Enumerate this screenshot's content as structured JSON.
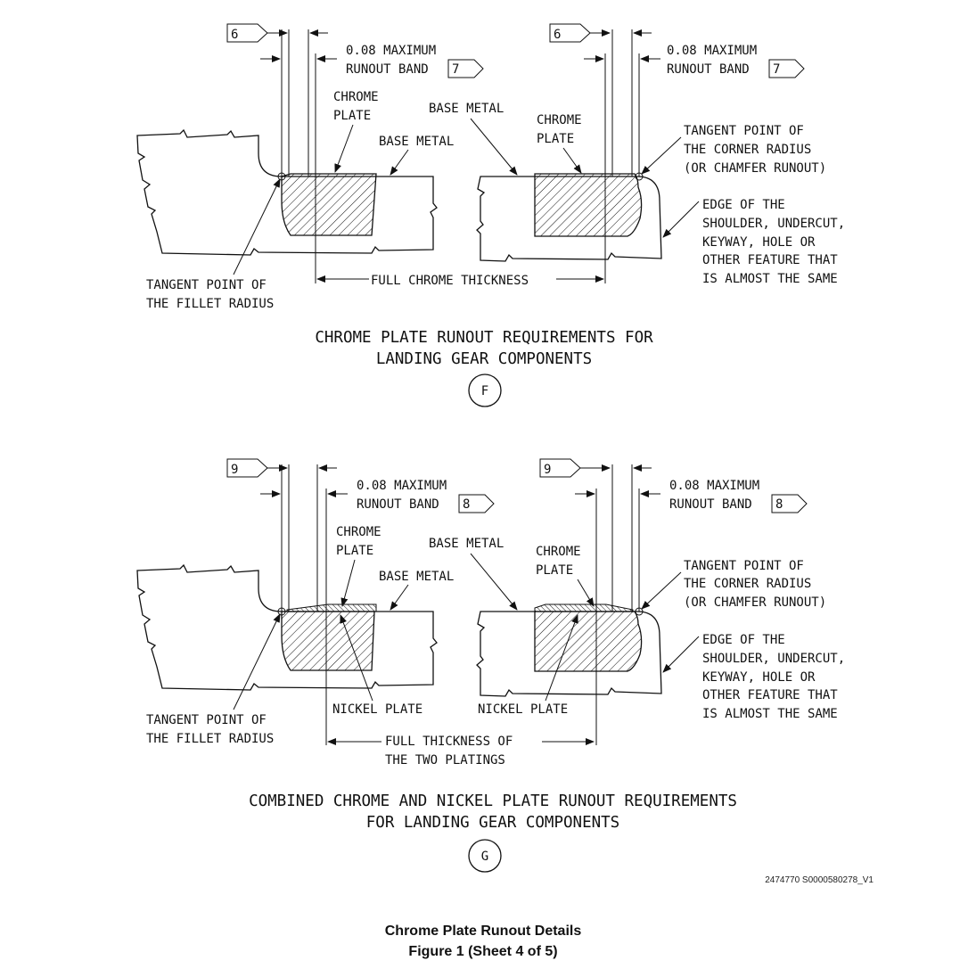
{
  "top": {
    "left": {
      "flag": "6",
      "runout_line1": "0.08 MAXIMUM",
      "runout_line2": "RUNOUT BAND",
      "runout_flag": "7",
      "chrome_plate_1": "CHROME",
      "chrome_plate_2": "PLATE",
      "base_metal_upper": "BASE METAL",
      "base_metal_lower": "BASE METAL",
      "tangent_1": "TANGENT POINT OF",
      "tangent_2": "THE FILLET RADIUS",
      "full_thickness": "FULL CHROME THICKNESS"
    },
    "right": {
      "flag": "6",
      "runout_line1": "0.08 MAXIMUM",
      "runout_line2": "RUNOUT BAND",
      "runout_flag": "7",
      "chrome_plate_1": "CHROME",
      "chrome_plate_2": "PLATE",
      "tangent_1": "TANGENT POINT OF",
      "tangent_2": "THE CORNER RADIUS",
      "tangent_3": "(OR CHAMFER RUNOUT)",
      "edge_1": "EDGE OF THE",
      "edge_2": "SHOULDER, UNDERCUT,",
      "edge_3": "KEYWAY, HOLE OR",
      "edge_4": "OTHER FEATURE THAT",
      "edge_5": "IS ALMOST THE SAME"
    },
    "title_1": "CHROME PLATE RUNOUT REQUIREMENTS FOR",
    "title_2": "LANDING GEAR COMPONENTS",
    "view": "F"
  },
  "bottom": {
    "left": {
      "flag": "9",
      "runout_line1": "0.08 MAXIMUM",
      "runout_line2": "RUNOUT BAND",
      "runout_flag": "8",
      "chrome_plate_1": "CHROME",
      "chrome_plate_2": "PLATE",
      "base_metal_upper": "BASE METAL",
      "base_metal_lower": "BASE METAL",
      "tangent_1": "TANGENT POINT OF",
      "tangent_2": "THE FILLET RADIUS",
      "nickel_plate": "NICKEL PLATE",
      "full_thickness_1": "FULL THICKNESS OF",
      "full_thickness_2": "THE TWO PLATINGS"
    },
    "right": {
      "flag": "9",
      "runout_line1": "0.08 MAXIMUM",
      "runout_line2": "RUNOUT BAND",
      "runout_flag": "8",
      "chrome_plate_1": "CHROME",
      "chrome_plate_2": "PLATE",
      "nickel_plate": "NICKEL PLATE",
      "tangent_1": "TANGENT POINT OF",
      "tangent_2": "THE CORNER RADIUS",
      "tangent_3": "(OR CHAMFER RUNOUT)",
      "edge_1": "EDGE OF THE",
      "edge_2": "SHOULDER, UNDERCUT,",
      "edge_3": "KEYWAY, HOLE OR",
      "edge_4": "OTHER FEATURE THAT",
      "edge_5": "IS ALMOST THE SAME"
    },
    "title_1": "COMBINED CHROME AND NICKEL PLATE RUNOUT REQUIREMENTS",
    "title_2": "FOR LANDING GEAR COMPONENTS",
    "view": "G"
  },
  "image_ref": "2474770 S0000580278_V1",
  "caption_1": "Chrome Plate Runout Details",
  "caption_2": "Figure 1  (Sheet 4 of 5)"
}
